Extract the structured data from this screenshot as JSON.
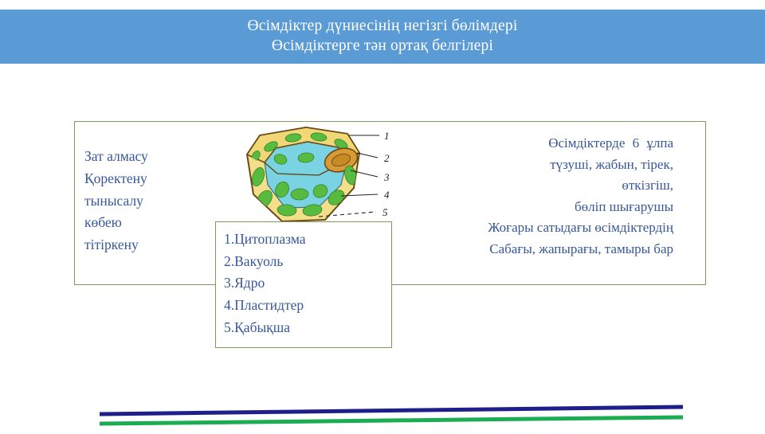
{
  "slide": {
    "title_lines": [
      "Өсімдіктер дүниесінің негізгі бөлімдері",
      "Өсімдіктерге тән ортақ белгілері"
    ],
    "banner_color": "#5B9BD5",
    "text_color": "#37589A",
    "border_color": "#7D9B5B"
  },
  "traits": {
    "items": [
      "Зат алмасу",
      "Қоректену",
      "тынысалу",
      "көбею",
      "тітіркену"
    ]
  },
  "tissues": {
    "lines": [
      "Өсімдіктерде  6  ұлпа",
      "түзуші, жабын, тірек,",
      "өткізгіш,",
      "бөліп шығарушы",
      "Жоғары сатыдағы өсімдіктердің",
      "Сабағы, жапырағы, тамыры бар"
    ]
  },
  "organelles": {
    "items": [
      "1.Цитоплазма",
      "2.Вакуоль",
      "3.Ядро",
      "4.Пластидтер",
      "5.Қабықша"
    ]
  },
  "cell_diagram": {
    "alt": "plant-cell-cutaway-diagram",
    "callouts": [
      "1",
      "2",
      "3",
      "4",
      "5"
    ],
    "colors": {
      "wall": "#f2dd87",
      "vacuole": "#79d4e0",
      "chloroplast": "#55b63c",
      "nucleus": "#d79a33",
      "outline": "#6b4a16"
    }
  },
  "bottom_rules": {
    "navy_color": "#1F1F8C",
    "green_color": "#1CAD52"
  }
}
